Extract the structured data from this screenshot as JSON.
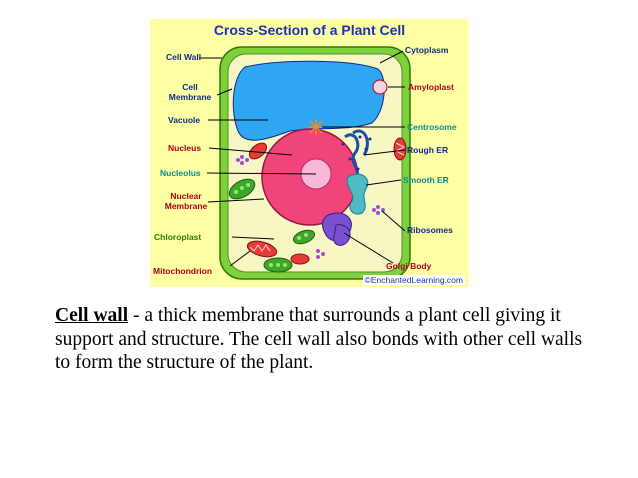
{
  "figure": {
    "title": "Cross-Section of a Plant Cell",
    "copyright": "©EnchantedLearning.com",
    "labels": {
      "cell_wall": "Cell Wall",
      "cell_membrane": "Cell Membrane",
      "vacuole": "Vacuole",
      "nucleus": "Nucleus",
      "nucleolus": "Nucleolus",
      "nuclear_membrane": "Nuclear Membrane",
      "chloroplast": "Chloroplast",
      "mitochondrion": "Mitochondrion",
      "cytoplasm": "Cytoplasm",
      "amyloplast": "Amyloplast",
      "centrosome": "Centrosome",
      "rough_er": "Rough ER",
      "smooth_er": "Smooth ER",
      "ribosomes": "Ribosomes",
      "golgi_body": "Golgi Body"
    },
    "colors": {
      "background": "#fdffa3",
      "cell_wall": "#7fd13a",
      "cytoplasm": "#f7f7c4",
      "vacuole": "#2ea6f2",
      "nucleus": "#f0457a",
      "nucleolus": "#f7b8d6",
      "chloroplast": "#3da828",
      "mitochondrion": "#e63b3b",
      "golgi": "#7a4fd1",
      "er": "#4fb9c4"
    }
  },
  "caption": {
    "term": "Cell wall",
    "text": " - a thick membrane that surrounds a plant cell giving it support and structure. The cell wall also bonds with other cell walls to form the structure of the plant."
  }
}
